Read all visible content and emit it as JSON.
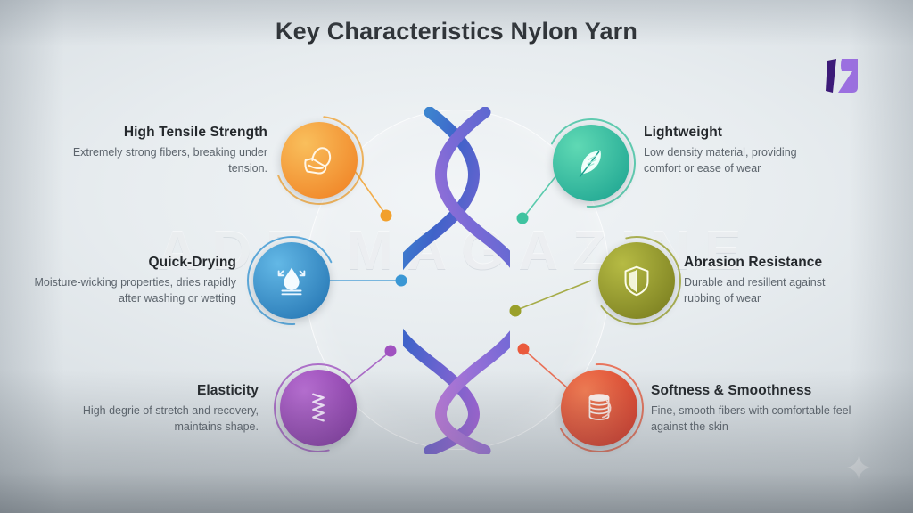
{
  "title": "Key Characteristics Nylon Yarn",
  "watermark": "ADE MAGAZINE",
  "brand": {
    "logo_name": "publisher-logo",
    "logo_color_dark": "#3c1a78",
    "logo_color_light": "#9b6fe0"
  },
  "center": {
    "graphic_name": "dna-double-helix",
    "gradient_from": "#3aa9d6",
    "gradient_mid": "#3f63c9",
    "gradient_to": "#a463d8"
  },
  "sparkle": {
    "name": "sparkle-icon"
  },
  "features": [
    {
      "id": "high-tensile-strength",
      "title": "High Tensile Strength",
      "description": "Extremely strong fibers, breaking under tension.",
      "icon": "bicep-flex-icon",
      "color": "#f2a02c",
      "color_dark": "#ef7c1f",
      "side": "left"
    },
    {
      "id": "quick-drying",
      "title": "Quick-Drying",
      "description": "Moisture-wicking properties, dries rapidly after washing or wetting",
      "icon": "water-drop-icon",
      "color": "#3a97d4",
      "color_dark": "#1f6fae",
      "side": "left"
    },
    {
      "id": "elasticity",
      "title": "Elasticity",
      "description": "High degrie of stretch and recovery, maintains shape.",
      "icon": "spring-coil-icon",
      "color": "#a052c0",
      "color_dark": "#7e2f9e",
      "side": "left"
    },
    {
      "id": "lightweight",
      "title": "Lightweight",
      "description": "Low density material, providing comfort or ease of wear",
      "icon": "feather-icon",
      "color": "#3fc3a0",
      "color_dark": "#1b9c8c",
      "side": "right"
    },
    {
      "id": "abrasion-resistance",
      "title": "Abrasion Resistance",
      "description": "Durable and resillent against rubbing of wear",
      "icon": "shield-icon",
      "color": "#9aa02a",
      "color_dark": "#74781c",
      "side": "right"
    },
    {
      "id": "softness-smoothness",
      "title": "Softness & Smoothness",
      "description": "Fine, smooth fibers with comfortable feel against the skin",
      "icon": "thread-spool-icon",
      "color": "#ea5a3c",
      "color_dark": "#cf2d20",
      "side": "right"
    }
  ]
}
